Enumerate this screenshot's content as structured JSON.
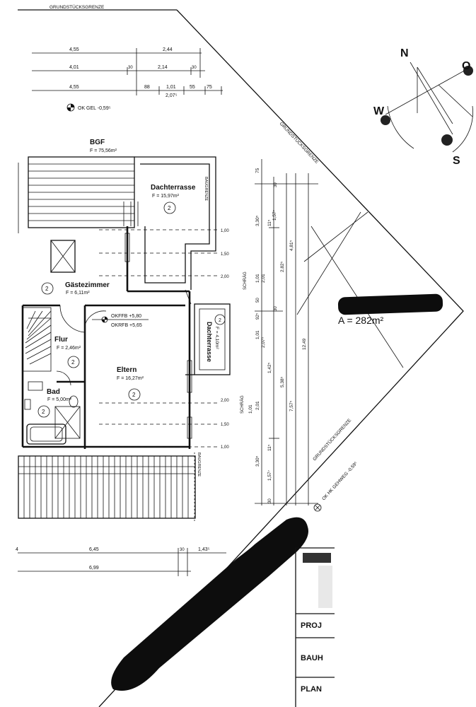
{
  "boundary": {
    "top": "GRUNDSTÜCKSGRENZE",
    "diag_upper": "GRUNDSTÜCKSGRENZE",
    "diag_lower": "GRUNDSTÜCKSGRENZE"
  },
  "baugrenze": "BAUGRENZE",
  "compass": {
    "n": "N",
    "o": "O",
    "w": "W",
    "s": "S"
  },
  "top_dims": {
    "row1": {
      "a": "4,55",
      "b": "2,44"
    },
    "row2": {
      "a": "4,01",
      "b": "30",
      "c": "2,14",
      "d": "30"
    },
    "row3": {
      "a": "4,55",
      "b": "88",
      "c": "1,01",
      "d": "55",
      "e": "75",
      "f": "2,07⁵"
    }
  },
  "ok_gel": "OK GEL -0,59⁵",
  "bgf": {
    "label": "BGF",
    "value": "F = 75,56m²"
  },
  "rooms": {
    "dachterrasse": {
      "name": "Dachterrasse",
      "area": "F = 15,97m²",
      "num": "2"
    },
    "gaestezimmer": {
      "name": "Gästezimmer",
      "area": "F = 6,11m²",
      "num": "2"
    },
    "flur": {
      "name": "Flur",
      "area": "F = 2,46m²",
      "num": "2"
    },
    "bad": {
      "name": "Bad",
      "area": "F = 5,00m²",
      "num": "2"
    },
    "eltern": {
      "name": "Eltern",
      "area": "F = 16,27m²",
      "num": "2"
    },
    "dachterrasse_small": {
      "name": "Dachterrasse",
      "area": "F = 4,10m²",
      "num": "2"
    }
  },
  "levels": {
    "okffb": "OKFFB +5,80",
    "okrfb": "OKRFB +5,65"
  },
  "height_marks": [
    "1,00",
    "1,50",
    "2,00",
    "2,00",
    "1,50",
    "1,00"
  ],
  "right_dims": {
    "d75": "75",
    "d30a": "30",
    "d330a": "3,30⁵",
    "d11a": "11⁵",
    "d157a": "1,57⁷",
    "d282": "2,82⁵",
    "d481": "4,81⁵",
    "schrag1": "SCHRÄG",
    "d101a": "1,01",
    "d201a": "2,01",
    "d50": "50",
    "d30b": "30",
    "d925": "92⁵",
    "d101b": "1,01",
    "d207": "2,07⁵",
    "d142": "1,42⁵",
    "d538": "5,38⁵",
    "d1249": "12,49",
    "schrag2": "SCHRÄG",
    "d101c": "1,01",
    "d201b": "2,01",
    "d757": "7,57⁵",
    "d11b": "11⁵",
    "d330b": "3,30⁵",
    "d157b": "1,57⁷",
    "d30c": "30"
  },
  "lot_area": "A = 282m²",
  "ok_hk": "OK HK GEHWEG -0,59⁵",
  "bottom_dims": {
    "row1_a": "4",
    "row1_b": "6,45",
    "row1_c": "30",
    "row1_d": "1,43⁵",
    "row2_a": "6,99"
  },
  "title_block": {
    "proj": "PROJ",
    "bauh": "BAUH",
    "plan": "PLAN"
  }
}
